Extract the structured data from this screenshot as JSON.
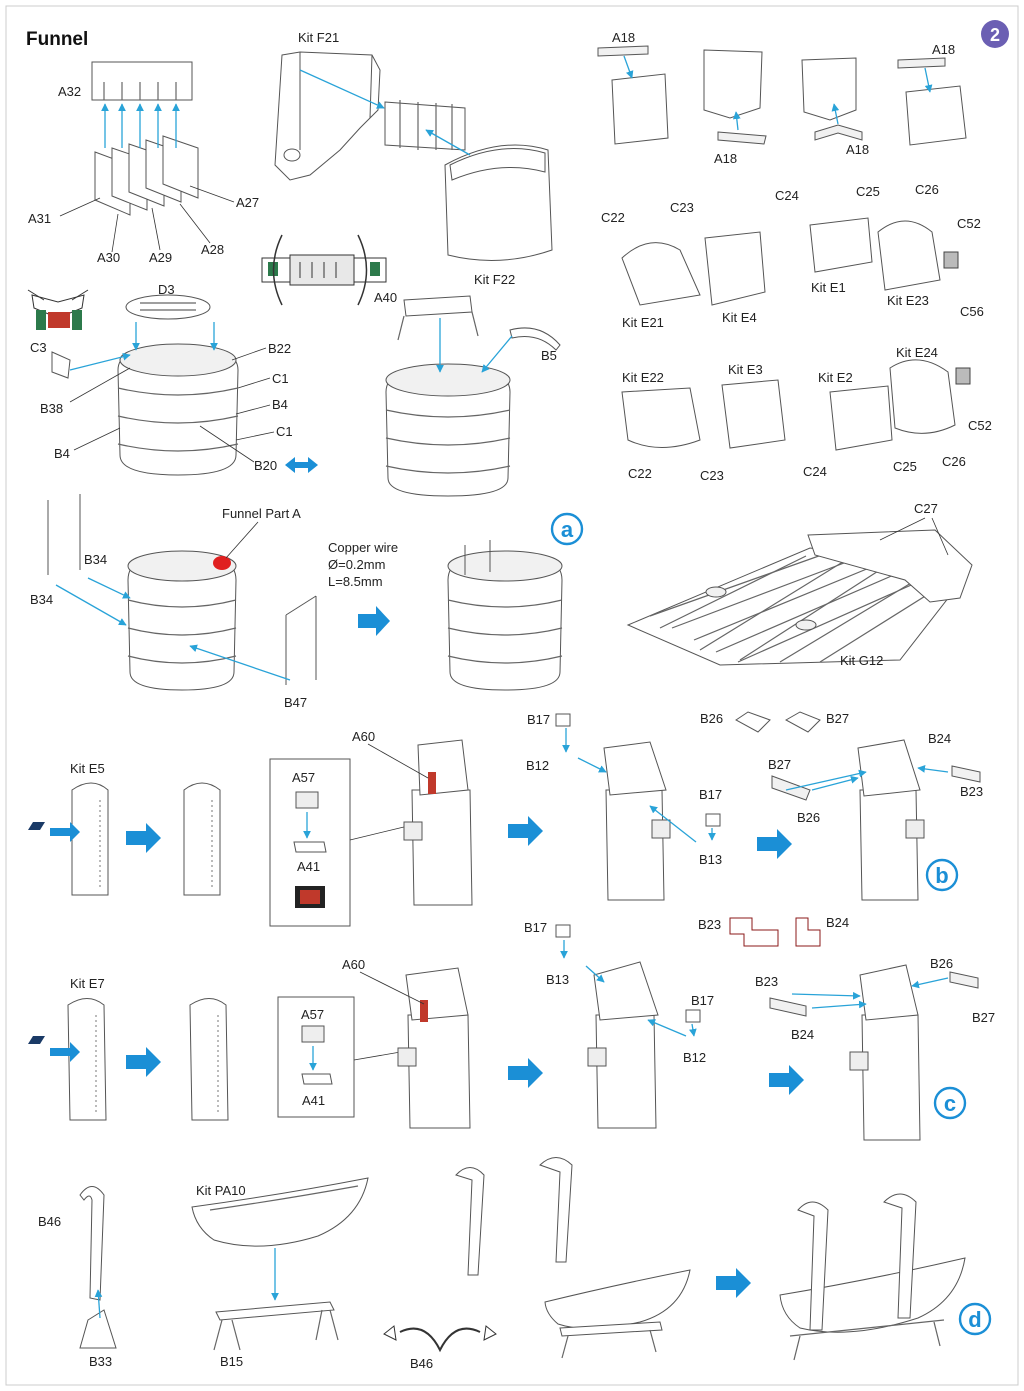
{
  "title": "Funnel",
  "page_number": "2",
  "step_markers": [
    "a",
    "b",
    "c",
    "d"
  ],
  "colors": {
    "accent": "#1b8fd6",
    "highlight": "#e02020",
    "marker": "#6b5fb3"
  },
  "labels": {
    "a32": "A32",
    "a31": "A31",
    "a30": "A30",
    "a29": "A29",
    "a28": "A28",
    "a27": "A27",
    "kit_f21": "Kit F21",
    "kit_f22": "Kit F22",
    "d3": "D3",
    "c3": "C3",
    "b38": "B38",
    "b4a": "B4",
    "b4b": "B4",
    "b22": "B22",
    "c1a": "C1",
    "c1b": "C1",
    "b20": "B20",
    "a40": "A40",
    "b5": "B5",
    "a18a": "A18",
    "a18b": "A18",
    "a18c": "A18",
    "a18d": "A18",
    "c22a": "C22",
    "c23a": "C23",
    "c24a": "C24",
    "c25a": "C25",
    "c26a": "C26",
    "c52a": "C52",
    "c56": "C56",
    "kit_e21": "Kit E21",
    "kit_e4": "Kit E4",
    "kit_e1": "Kit E1",
    "kit_e23": "Kit E23",
    "kit_e22": "Kit E22",
    "kit_e3": "Kit E3",
    "kit_e2": "Kit E2",
    "kit_e24": "Kit E24",
    "c52b": "C52",
    "c22b": "C22",
    "c23b": "C23",
    "c24b": "C24",
    "c25b": "C25",
    "c26b": "C26",
    "b34a": "B34",
    "b34b": "B34",
    "funnel_part_a": "Funnel Part A",
    "copper_wire": "Copper wire",
    "wire_dia": "Ø=0.2mm",
    "wire_len": "L=8.5mm",
    "b47": "B47",
    "c27": "C27",
    "kit_g12": "Kit G12",
    "kit_e5": "Kit E5",
    "a57a": "A57",
    "a41a": "A41",
    "a60a": "A60",
    "b17a": "B17",
    "b12a": "B12",
    "b17b": "B17",
    "b13a": "B13",
    "b26a": "B26",
    "b27a": "B27",
    "b24a": "B24",
    "b27b": "B27",
    "b23a": "B23",
    "b26b": "B26",
    "kit_e7": "Kit E7",
    "a57b": "A57",
    "a41b": "A41",
    "a60b": "A60",
    "b17c": "B17",
    "b13b": "B13",
    "b17d": "B17",
    "b12b": "B12",
    "b23b": "B23",
    "b24b": "B24",
    "b23c": "B23",
    "b26c": "B26",
    "b27c": "B27",
    "b24c": "B24",
    "b46a": "B46",
    "b33": "B33",
    "kit_pa10": "Kit PA10",
    "b15": "B15",
    "b46b": "B46"
  }
}
